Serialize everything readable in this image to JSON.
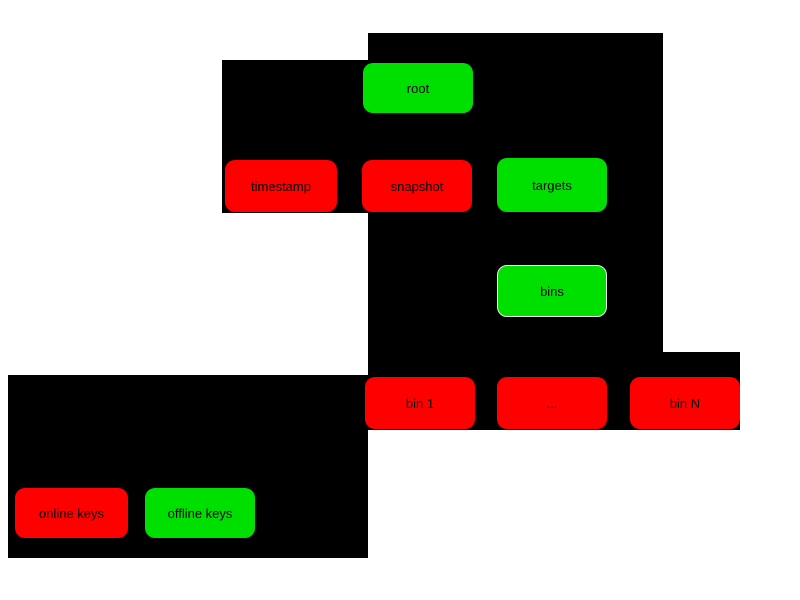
{
  "diagram": {
    "colors": {
      "online": "#ff0000",
      "offline": "#00e000",
      "panel": "#000000",
      "text": "#000000",
      "background": "#ffffff"
    },
    "nodes": [
      {
        "id": "root",
        "label": "root",
        "key_type": "offline"
      },
      {
        "id": "timestamp",
        "label": "timestamp",
        "key_type": "online"
      },
      {
        "id": "snapshot",
        "label": "snapshot",
        "key_type": "online"
      },
      {
        "id": "targets",
        "label": "targets",
        "key_type": "offline"
      },
      {
        "id": "bins",
        "label": "bins",
        "key_type": "offline"
      },
      {
        "id": "bin-1",
        "label": "bin 1",
        "key_type": "online"
      },
      {
        "id": "bin-ellipsis",
        "label": "...",
        "key_type": "online"
      },
      {
        "id": "bin-n",
        "label": "bin N",
        "key_type": "online"
      }
    ],
    "legend": [
      {
        "id": "online-keys",
        "label": "online keys",
        "key_type": "online"
      },
      {
        "id": "offline-keys",
        "label": "offline keys",
        "key_type": "offline"
      }
    ]
  }
}
